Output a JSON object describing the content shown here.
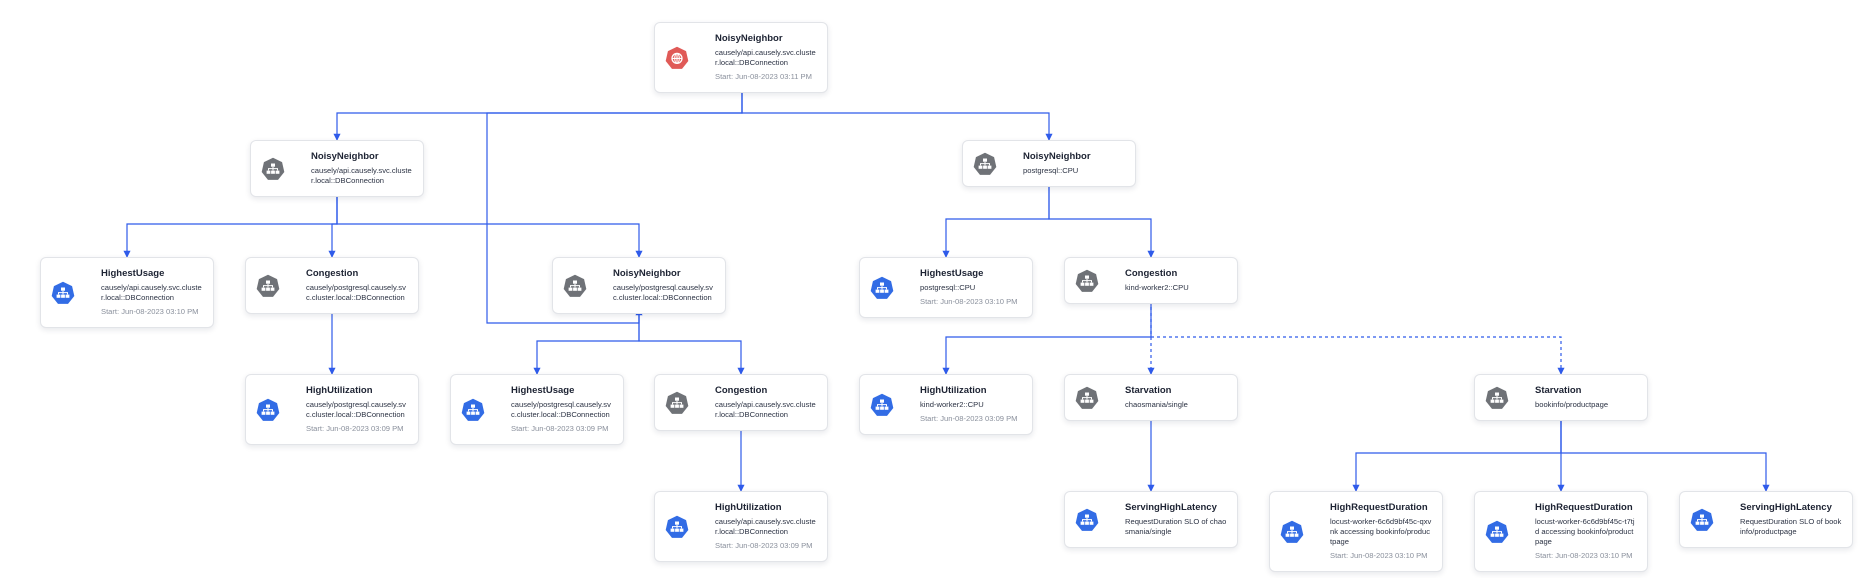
{
  "colors": {
    "edge": "#2f5bea",
    "k8s_blue": "#326ce5",
    "icon_gray": "#6f7277",
    "icon_red": "#e05a57"
  },
  "nodes": [
    {
      "id": "n0",
      "title": "NoisyNeighbor",
      "sub": "causely/api.causely.svc.cluster.local::DBConnection",
      "start": "Start: Jun-08-2023 03:11 PM",
      "icon": "red-globe-icon"
    },
    {
      "id": "n1",
      "title": "NoisyNeighbor",
      "sub": "causely/api.causely.svc.cluster.local::DBConnection",
      "start": "",
      "icon": "gray-network-icon"
    },
    {
      "id": "n2",
      "title": "NoisyNeighbor",
      "sub": "postgresql::CPU",
      "start": "",
      "icon": "gray-network-icon"
    },
    {
      "id": "n3",
      "title": "HighestUsage",
      "sub": "causely/api.causely.svc.cluster.local::DBConnection",
      "start": "Start: Jun-08-2023 03:10 PM",
      "icon": "blue-network-icon"
    },
    {
      "id": "n4",
      "title": "Congestion",
      "sub": "causely/postgresql.causely.svc.cluster.local::DBConnection",
      "start": "",
      "icon": "gray-network-icon"
    },
    {
      "id": "n5",
      "title": "NoisyNeighbor",
      "sub": "causely/postgresql.causely.svc.cluster.local::DBConnection",
      "start": "",
      "icon": "gray-network-icon"
    },
    {
      "id": "n6",
      "title": "HighestUsage",
      "sub": "postgresql::CPU",
      "start": "Start: Jun-08-2023 03:10 PM",
      "icon": "blue-network-icon"
    },
    {
      "id": "n7",
      "title": "Congestion",
      "sub": "kind-worker2::CPU",
      "start": "",
      "icon": "gray-network-icon"
    },
    {
      "id": "n8",
      "title": "HighUtilization",
      "sub": "causely/postgresql.causely.svc.cluster.local::DBConnection",
      "start": "Start: Jun-08-2023 03:09 PM",
      "icon": "blue-network-icon"
    },
    {
      "id": "n9",
      "title": "HighestUsage",
      "sub": "causely/postgresql.causely.svc.cluster.local::DBConnection",
      "start": "Start: Jun-08-2023 03:09 PM",
      "icon": "blue-network-icon"
    },
    {
      "id": "n10",
      "title": "Congestion",
      "sub": "causely/api.causely.svc.cluster.local::DBConnection",
      "start": "",
      "icon": "gray-network-icon"
    },
    {
      "id": "n11",
      "title": "HighUtilization",
      "sub": "kind-worker2::CPU",
      "start": "Start: Jun-08-2023 03:09 PM",
      "icon": "blue-network-icon"
    },
    {
      "id": "n12",
      "title": "Starvation",
      "sub": "chaosmania/single",
      "start": "",
      "icon": "gray-network-icon"
    },
    {
      "id": "n13",
      "title": "Starvation",
      "sub": "bookinfo/productpage",
      "start": "",
      "icon": "gray-network-icon"
    },
    {
      "id": "n14",
      "title": "HighUtilization",
      "sub": "causely/api.causely.svc.cluster.local::DBConnection",
      "start": "Start: Jun-08-2023 03:09 PM",
      "icon": "blue-network-icon"
    },
    {
      "id": "n15",
      "title": "ServingHighLatency",
      "sub": "RequestDuration SLO of chaosmania/single",
      "start": "",
      "icon": "blue-network-icon"
    },
    {
      "id": "n16",
      "title": "HighRequestDuration",
      "sub": "locust-worker-6c6d9bf45c-qxvnk accessing bookinfo/productpage",
      "start": "Start: Jun-08-2023 03:10 PM",
      "icon": "blue-network-icon"
    },
    {
      "id": "n17",
      "title": "HighRequestDuration",
      "sub": "locust-worker-6c6d9bf45c-t7tjd accessing bookinfo/productpage",
      "start": "Start: Jun-08-2023 03:10 PM",
      "icon": "blue-network-icon"
    },
    {
      "id": "n18",
      "title": "ServingHighLatency",
      "sub": "RequestDuration SLO of bookinfo/productpage",
      "start": "",
      "icon": "blue-network-icon"
    }
  ],
  "edges": [
    {
      "from": "n0",
      "to": "n1",
      "style": "solid"
    },
    {
      "from": "n0",
      "to": "n2",
      "style": "solid"
    },
    {
      "from": "n0",
      "to": "n5",
      "style": "solid"
    },
    {
      "from": "n1",
      "to": "n3",
      "style": "solid"
    },
    {
      "from": "n1",
      "to": "n4",
      "style": "solid"
    },
    {
      "from": "n1",
      "to": "n5",
      "style": "solid"
    },
    {
      "from": "n2",
      "to": "n6",
      "style": "solid"
    },
    {
      "from": "n2",
      "to": "n7",
      "style": "solid"
    },
    {
      "from": "n4",
      "to": "n8",
      "style": "solid"
    },
    {
      "from": "n5",
      "to": "n9",
      "style": "solid"
    },
    {
      "from": "n5",
      "to": "n10",
      "style": "solid"
    },
    {
      "from": "n7",
      "to": "n11",
      "style": "solid"
    },
    {
      "from": "n7",
      "to": "n12",
      "style": "dashed"
    },
    {
      "from": "n7",
      "to": "n13",
      "style": "dashed"
    },
    {
      "from": "n10",
      "to": "n14",
      "style": "solid"
    },
    {
      "from": "n12",
      "to": "n15",
      "style": "solid"
    },
    {
      "from": "n13",
      "to": "n16",
      "style": "solid"
    },
    {
      "from": "n13",
      "to": "n17",
      "style": "solid"
    },
    {
      "from": "n13",
      "to": "n18",
      "style": "solid"
    }
  ]
}
